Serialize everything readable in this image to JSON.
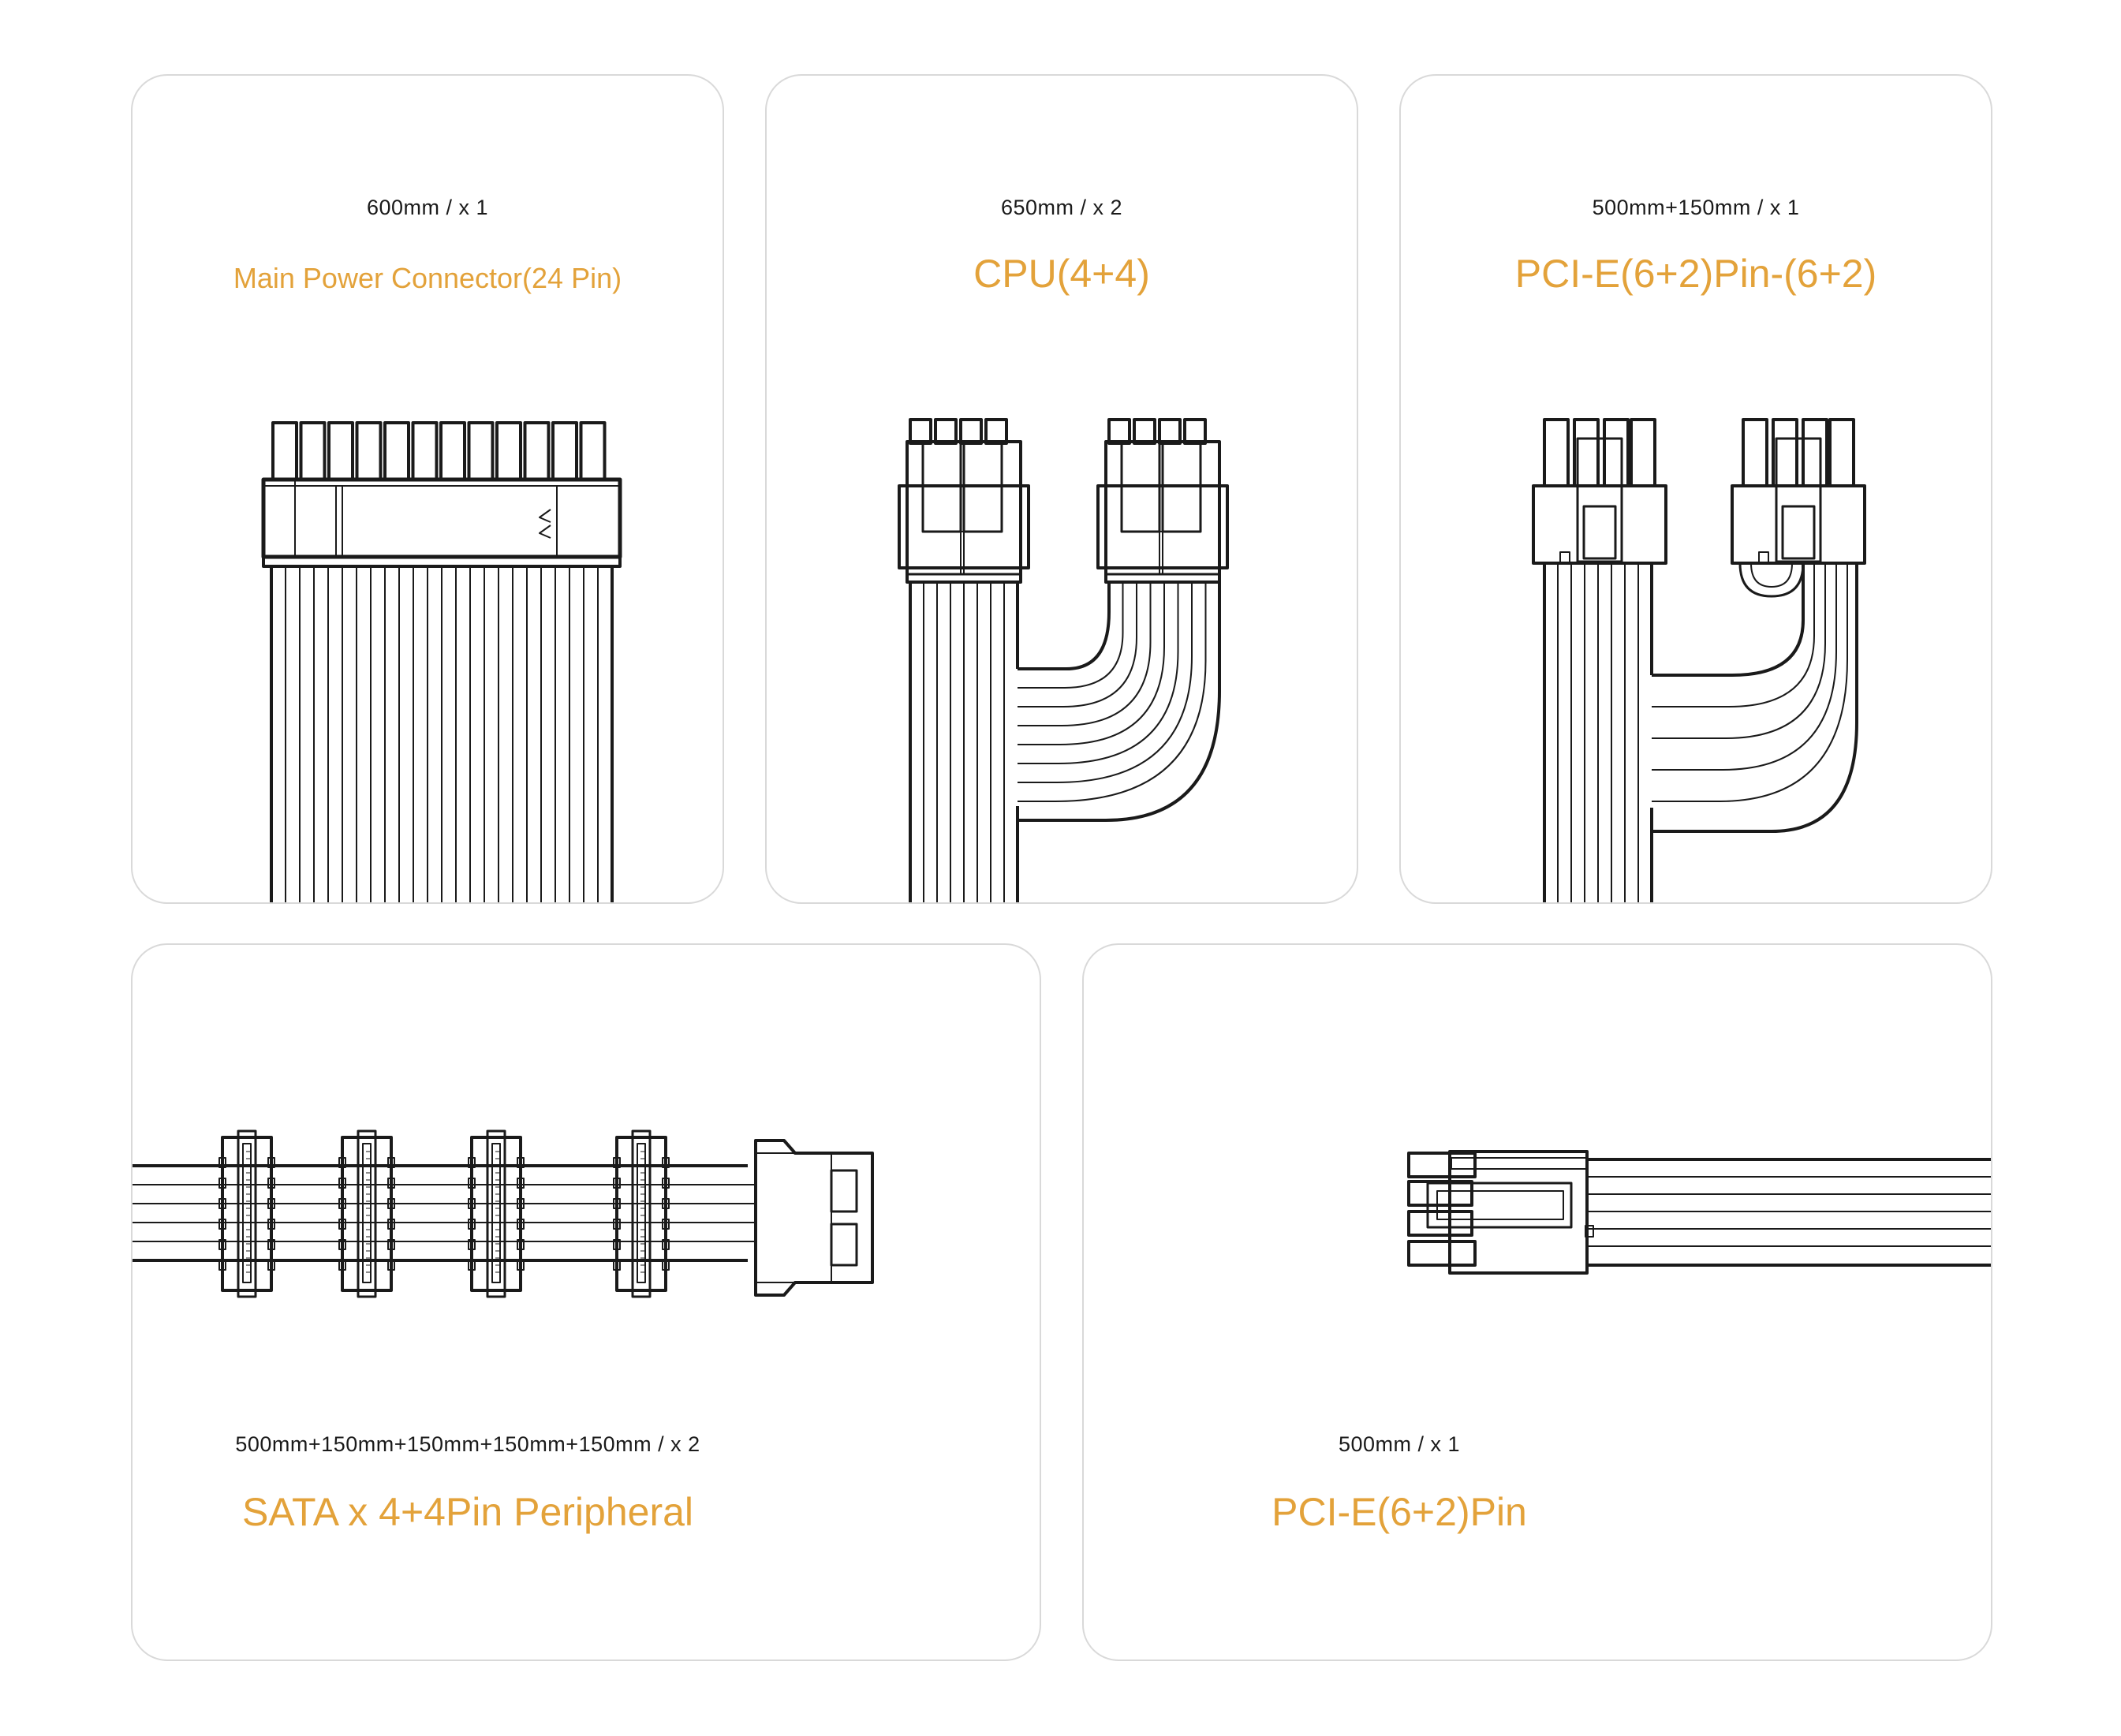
{
  "accent_color": "#e3a23a",
  "text_color": "#1a1a1a",
  "cables": [
    {
      "spec": "600mm  /  x 1",
      "title": "Main Power Connector(24 Pin)",
      "icon": "atx-24pin-connector-icon"
    },
    {
      "spec": "650mm  /  x 2",
      "title": "CPU(4+4)",
      "icon": "cpu-4plus4-connector-icon"
    },
    {
      "spec": "500mm+150mm  /  x 1",
      "title": "PCI-E(6+2)Pin-(6+2)",
      "icon": "pcie-dual-connector-icon"
    },
    {
      "spec": "500mm+150mm+150mm+150mm+150mm  /  x 2",
      "title": "SATA x 4+4Pin Peripheral",
      "icon": "sata-peripheral-connector-icon"
    },
    {
      "spec": "500mm  /  x 1",
      "title": "PCI-E(6+2)Pin",
      "icon": "pcie-single-connector-icon"
    }
  ]
}
